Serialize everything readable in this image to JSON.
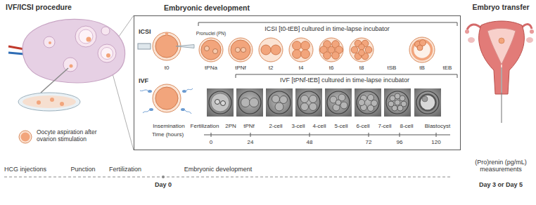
{
  "diagram": {
    "nodes": [
      {
        "text": [
          "Embryonic development"
        ]
      }
    ],
    "labels": [
      "IVF/ICSI procedure",
      "Oocyte aspiration after ovarion stimulation",
      "ICSI",
      "ICSI [t0-tEB] cultured in time-lapse incubator",
      "Pronuclei (PN)",
      "t0",
      "tPNa",
      "tPNf",
      "t2",
      "t4",
      "t6",
      "t8",
      "tSB",
      "tB",
      "tEB",
      "IVF",
      "IVF [tPNf-tEB] cultured in time-lapse incubator",
      "Insemination",
      "Fertilization",
      "2PN",
      "tPNf",
      "2-cell",
      "3-cell",
      "4-cell",
      "5-cell",
      "6-cell",
      "7-cell",
      "8-cell",
      "Blastocyst",
      "Time (hours)",
      "0",
      "24",
      "48",
      "72",
      "96",
      "120",
      "Embryo transfer",
      "HCG injections",
      "Punction",
      "Fertilization",
      "Embryonic development",
      "(Pro)renin (pg/mL) measurements",
      "Day 0",
      "Day 3 or Day 5"
    ]
  }
}
